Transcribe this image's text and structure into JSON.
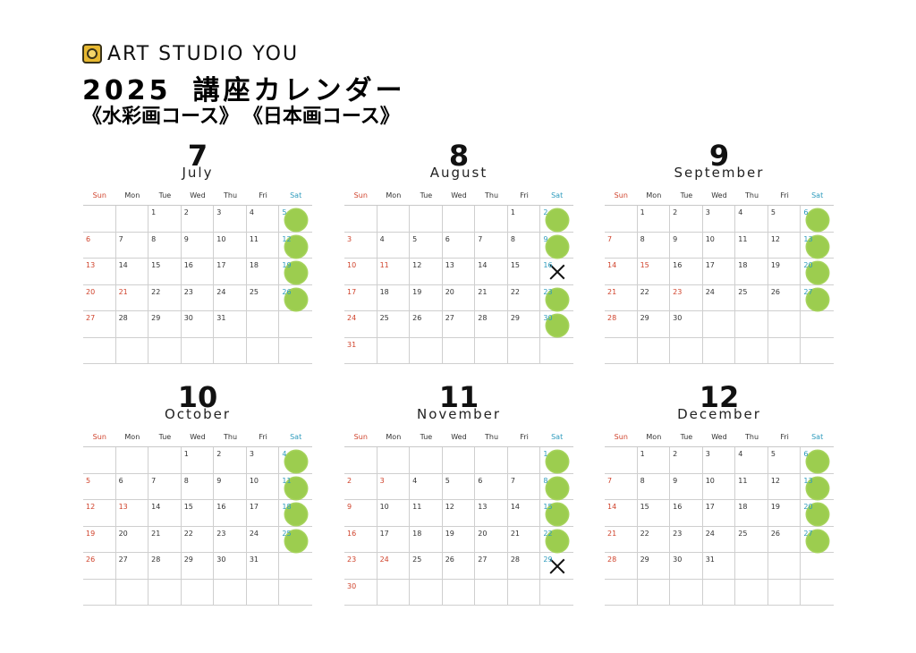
{
  "header": {
    "brand": "ART STUDIO YOU",
    "year": "2025",
    "title": "講座カレンダー",
    "courses": [
      "《水彩画コース》",
      "《日本画コース》"
    ]
  },
  "colors": {
    "sunday": "#d0432c",
    "saturday": "#2e9bbd",
    "lesson_mark": "#9ccd4f",
    "grid": "#cfcfcf"
  },
  "weekdays": [
    "Sun",
    "Mon",
    "Tue",
    "Wed",
    "Thu",
    "Fri",
    "Sat"
  ],
  "months": [
    {
      "num": "7",
      "name": "July",
      "first_weekday": 2,
      "days": 31,
      "holidays": [
        21
      ],
      "lessons": [
        5,
        12,
        19,
        26
      ],
      "cancelled": []
    },
    {
      "num": "8",
      "name": "August",
      "first_weekday": 5,
      "days": 31,
      "holidays": [
        11
      ],
      "lessons": [
        2,
        9,
        23,
        30
      ],
      "cancelled": [
        16
      ]
    },
    {
      "num": "9",
      "name": "September",
      "first_weekday": 1,
      "days": 30,
      "holidays": [
        15,
        23
      ],
      "lessons": [
        6,
        13,
        20,
        27
      ],
      "cancelled": []
    },
    {
      "num": "10",
      "name": "October",
      "first_weekday": 3,
      "days": 31,
      "holidays": [
        13
      ],
      "lessons": [
        4,
        11,
        18,
        25
      ],
      "cancelled": []
    },
    {
      "num": "11",
      "name": "November",
      "first_weekday": 6,
      "days": 30,
      "holidays": [
        3,
        24
      ],
      "lessons": [
        1,
        8,
        15,
        22
      ],
      "cancelled": [
        29
      ]
    },
    {
      "num": "12",
      "name": "December",
      "first_weekday": 1,
      "days": 31,
      "holidays": [],
      "lessons": [
        6,
        13,
        20,
        27
      ],
      "cancelled": []
    }
  ]
}
